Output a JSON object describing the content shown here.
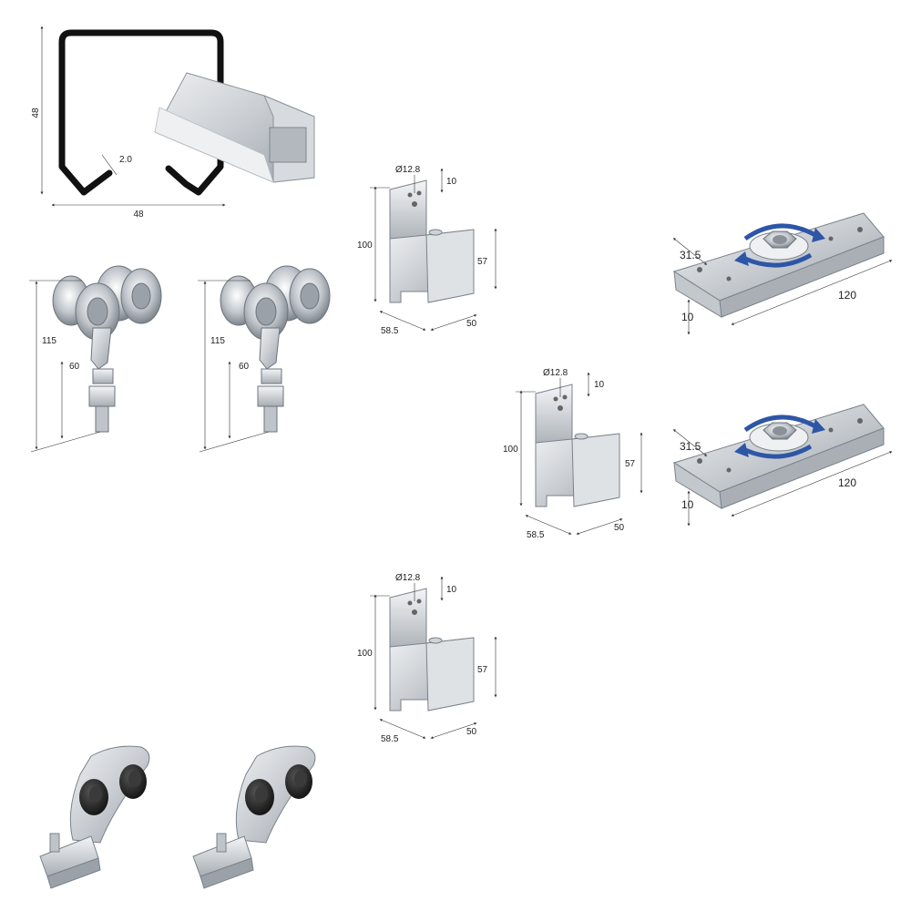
{
  "rail": {
    "height_label": "48",
    "width_label": "48",
    "thickness_label": "2.0"
  },
  "trolley_left": {
    "height_label": "115",
    "bolt_label": "60"
  },
  "trolley_right": {
    "height_label": "115",
    "bolt_label": "60"
  },
  "bracket_top": {
    "hole_label": "Ø12.8",
    "offset_label": "10",
    "height_label": "100",
    "inner_label": "57",
    "depth_label": "58.5",
    "width_label": "50"
  },
  "bracket_mid": {
    "hole_label": "Ø12.8",
    "offset_label": "10",
    "height_label": "100",
    "inner_label": "57",
    "depth_label": "58.5",
    "width_label": "50"
  },
  "bracket_bottom": {
    "hole_label": "Ø12.8",
    "offset_label": "10",
    "height_label": "100",
    "inner_label": "57",
    "depth_label": "58.5",
    "width_label": "50"
  },
  "plate_top": {
    "offset_label": "31.5",
    "length_label": "120",
    "height_label": "10"
  },
  "plate_bottom": {
    "offset_label": "31.5",
    "length_label": "120",
    "height_label": "10"
  },
  "colors": {
    "metal": "#c9cdd2",
    "metal_dark": "#9aa1a8",
    "rubber": "#2a2a2a",
    "arrow": "#2e56a6"
  }
}
